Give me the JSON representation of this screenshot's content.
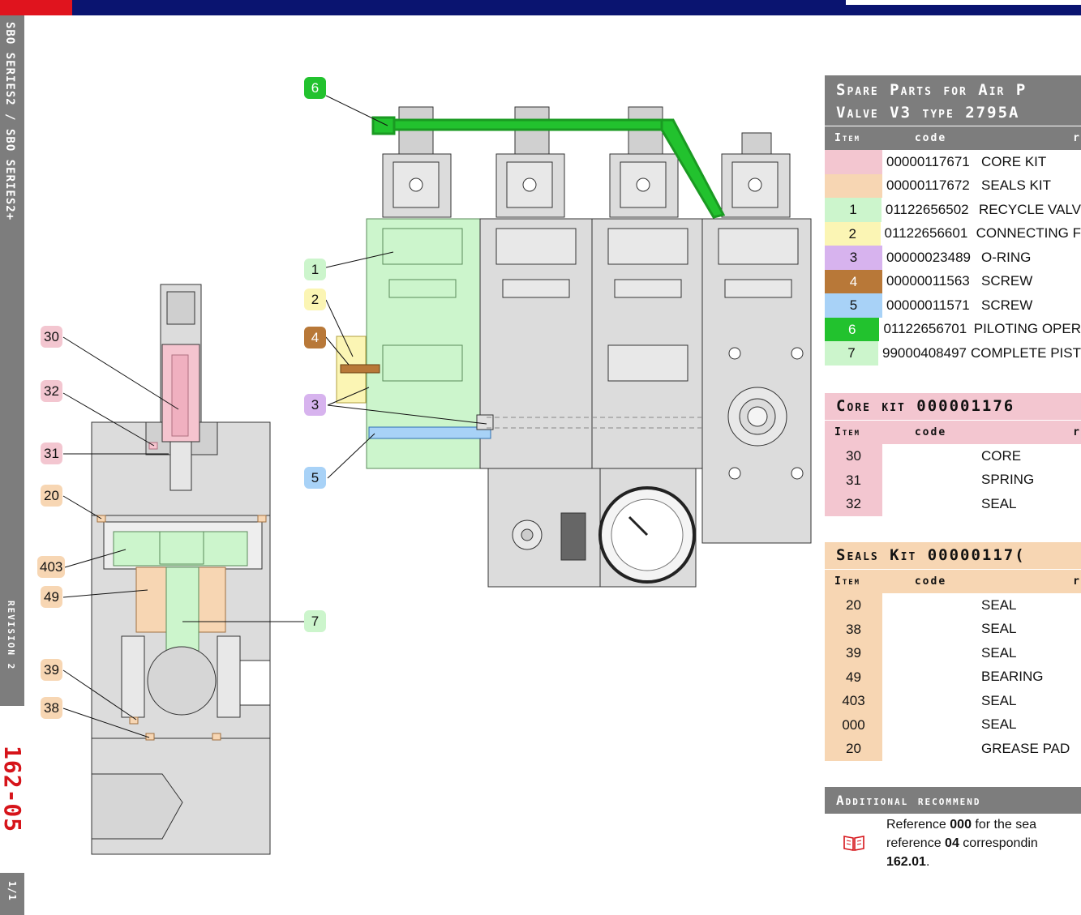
{
  "side": {
    "series": "SBO SERIES2 / SBO SERIES2+",
    "revision": "REVISION 2",
    "page_number": "162-05",
    "page_count": "1/1"
  },
  "callouts": {
    "c30": "30",
    "c32": "32",
    "c31": "31",
    "c20": "20",
    "c403": "403",
    "c49": "49",
    "c39": "39",
    "c38": "38",
    "c7": "7",
    "c6": "6",
    "c1": "1",
    "c2": "2",
    "c4": "4",
    "c3": "3",
    "c5": "5"
  },
  "colors": {
    "pink": "#f3c6d0",
    "orange": "#f7d6b3",
    "light_green": "#ccf5cc",
    "yellow": "#fbf5b4",
    "purple": "#d7b3ee",
    "brown": "#b87838",
    "blue": "#a8d2f7",
    "green": "#22c22e",
    "header_gray": "#7d7d7d"
  },
  "spare_parts": {
    "title_line1": "Spare Parts for Air P",
    "title_line2": "Valve V3 type 2795A",
    "col_item": "Item",
    "col_code": "code",
    "col_desc": "r",
    "rows": [
      {
        "item": "",
        "code": "00000117671",
        "desc": "CORE KIT",
        "color": "#f3c6d0"
      },
      {
        "item": "",
        "code": "00000117672",
        "desc": "SEALS KIT",
        "color": "#f7d6b3"
      },
      {
        "item": "1",
        "code": "01122656502",
        "desc": "RECYCLE VALV",
        "color": "#ccf5cc"
      },
      {
        "item": "2",
        "code": "01122656601",
        "desc": "CONNECTING F",
        "color": "#fbf5b4"
      },
      {
        "item": "3",
        "code": "00000023489",
        "desc": "O-RING",
        "color": "#d7b3ee"
      },
      {
        "item": "4",
        "code": "00000011563",
        "desc": "SCREW",
        "color": "#b87838"
      },
      {
        "item": "5",
        "code": "00000011571",
        "desc": "SCREW",
        "color": "#a8d2f7"
      },
      {
        "item": "6",
        "code": "01122656701",
        "desc": "PILOTING OPER",
        "color": "#22c22e"
      },
      {
        "item": "7",
        "code": "99000408497",
        "desc": "COMPLETE PIST",
        "color": "#ccf5cc"
      }
    ]
  },
  "core_kit": {
    "title": "Core kit 000001176",
    "col_item": "Item",
    "col_code": "code",
    "col_desc": "r",
    "rows": [
      {
        "item": "30",
        "code": "",
        "desc": "CORE"
      },
      {
        "item": "31",
        "code": "",
        "desc": "SPRING"
      },
      {
        "item": "32",
        "code": "",
        "desc": "SEAL"
      }
    ]
  },
  "seals_kit": {
    "title": "Seals Kit 00000117(",
    "col_item": "Item",
    "col_code": "code",
    "col_desc": "r",
    "rows": [
      {
        "item": "20",
        "code": "",
        "desc": "SEAL"
      },
      {
        "item": "38",
        "code": "",
        "desc": "SEAL"
      },
      {
        "item": "39",
        "code": "",
        "desc": "SEAL"
      },
      {
        "item": "49",
        "code": "",
        "desc": "BEARING"
      },
      {
        "item": "403",
        "code": "",
        "desc": "SEAL"
      },
      {
        "item": "000",
        "code": "",
        "desc": "SEAL"
      },
      {
        "item": "20",
        "code": "",
        "desc": "GREASE PAD"
      }
    ]
  },
  "additional": {
    "title": "Additional recommend",
    "icon": "book-icon",
    "line1_pre": "Reference ",
    "line1_bold": "000",
    "line1_post": " for the sea",
    "line2_pre": "reference ",
    "line2_bold": "04",
    "line2_post": " correspondin",
    "line3_bold": "162.01",
    "line3_post": "."
  }
}
